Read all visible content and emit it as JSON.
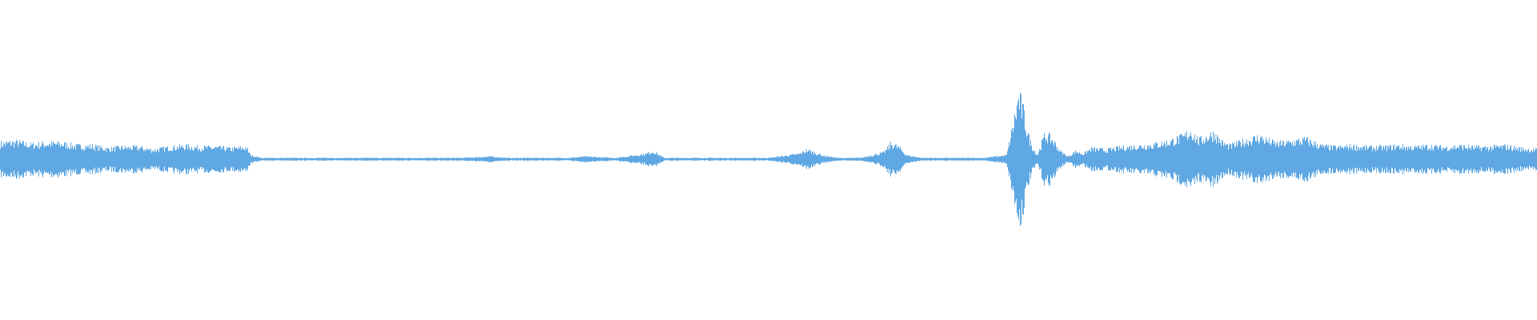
{
  "colors": {
    "background": "#ffffff",
    "waveform": "#5fa8e3"
  },
  "chart_data": {
    "type": "area",
    "title": "",
    "xlabel": "",
    "ylabel": "",
    "ylim": [
      -1,
      1
    ],
    "xlim": [
      0,
      1
    ],
    "grid": false,
    "legend": "none",
    "series": [
      {
        "color": "#5fa8e3",
        "x": [
          0.0,
          0.01,
          0.02,
          0.03,
          0.04,
          0.05,
          0.06,
          0.07,
          0.08,
          0.09,
          0.1,
          0.11,
          0.12,
          0.13,
          0.14,
          0.15,
          0.16,
          0.163,
          0.17,
          0.2,
          0.25,
          0.3,
          0.32,
          0.33,
          0.34,
          0.37,
          0.38,
          0.4,
          0.42,
          0.425,
          0.428,
          0.432,
          0.44,
          0.46,
          0.5,
          0.52,
          0.525,
          0.53,
          0.535,
          0.545,
          0.56,
          0.575,
          0.58,
          0.585,
          0.59,
          0.6,
          0.64,
          0.655,
          0.66,
          0.663,
          0.666,
          0.668,
          0.67,
          0.672,
          0.675,
          0.68,
          0.685,
          0.69,
          0.695,
          0.7,
          0.705,
          0.71,
          0.72,
          0.73,
          0.74,
          0.75,
          0.76,
          0.77,
          0.775,
          0.78,
          0.785,
          0.79,
          0.795,
          0.8,
          0.81,
          0.82,
          0.83,
          0.84,
          0.85,
          0.86,
          0.87,
          0.88,
          0.89,
          0.9,
          0.91,
          0.92,
          0.93,
          0.94,
          0.95,
          0.96,
          0.97,
          0.98,
          0.99,
          1.0
        ],
        "values": [
          0.12,
          0.13,
          0.11,
          0.12,
          0.12,
          0.1,
          0.1,
          0.08,
          0.09,
          0.09,
          0.07,
          0.09,
          0.1,
          0.09,
          0.09,
          0.08,
          0.09,
          0.03,
          0.01,
          0.01,
          0.01,
          0.01,
          0.02,
          0.01,
          0.01,
          0.01,
          0.02,
          0.01,
          0.04,
          0.06,
          0.04,
          0.01,
          0.01,
          0.01,
          0.01,
          0.04,
          0.07,
          0.05,
          0.03,
          0.01,
          0.01,
          0.05,
          0.12,
          0.09,
          0.03,
          0.01,
          0.01,
          0.03,
          0.3,
          0.48,
          0.36,
          0.24,
          0.15,
          0.09,
          0.03,
          0.19,
          0.15,
          0.06,
          0.02,
          0.06,
          0.04,
          0.08,
          0.07,
          0.09,
          0.1,
          0.11,
          0.13,
          0.17,
          0.22,
          0.14,
          0.17,
          0.2,
          0.13,
          0.1,
          0.14,
          0.17,
          0.12,
          0.13,
          0.15,
          0.1,
          0.09,
          0.1,
          0.09,
          0.09,
          0.1,
          0.09,
          0.1,
          0.09,
          0.1,
          0.09,
          0.09,
          0.1,
          0.08,
          0.07
        ]
      }
    ]
  }
}
